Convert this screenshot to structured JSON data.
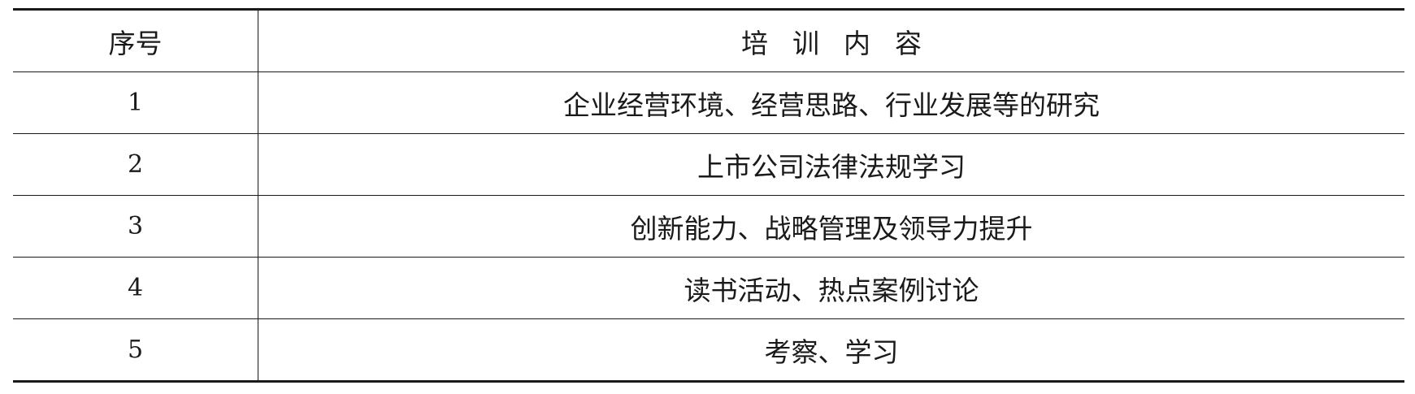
{
  "table": {
    "headers": {
      "no": "序号",
      "content": "培训内容"
    },
    "rows": [
      {
        "no": "1",
        "content": "企业经营环境、经营思路、行业发展等的研究"
      },
      {
        "no": "2",
        "content": "上市公司法律法规学习"
      },
      {
        "no": "3",
        "content": "创新能力、战略管理及领导力提升"
      },
      {
        "no": "4",
        "content": "读书活动、热点案例讨论"
      },
      {
        "no": "5",
        "content": "考察、学习"
      }
    ]
  }
}
